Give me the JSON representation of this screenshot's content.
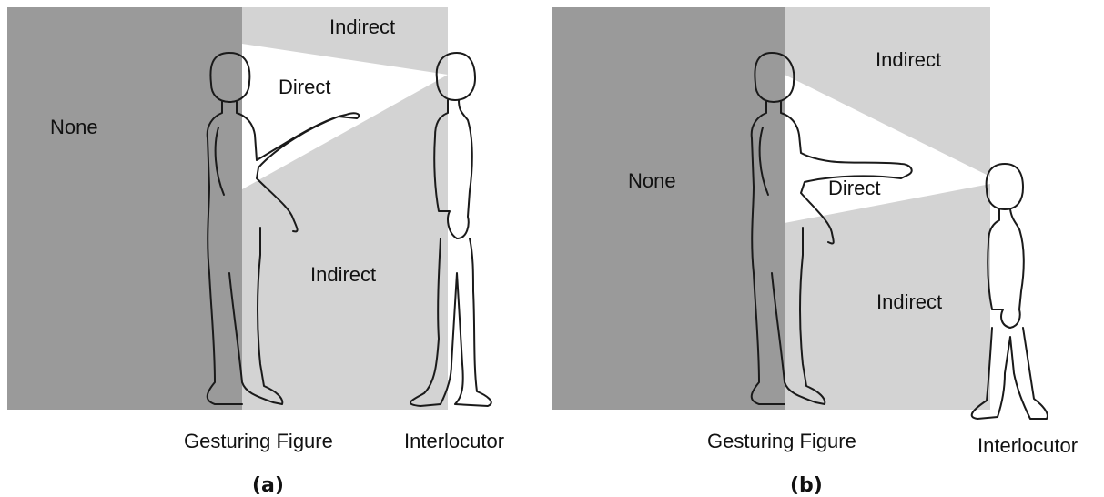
{
  "panels": [
    {
      "caption": "(a)",
      "zones": {
        "none": "None",
        "direct": "Direct",
        "indirect_top": "Indirect",
        "indirect_bottom": "Indirect"
      },
      "figures": {
        "gesturer": "Gesturing Figure",
        "interlocutor": "Interlocutor"
      }
    },
    {
      "caption": "(b)",
      "zones": {
        "none": "None",
        "direct": "Direct",
        "indirect_top": "Indirect",
        "indirect_bottom": "Indirect"
      },
      "figures": {
        "gesturer": "Gesturing Figure",
        "interlocutor": "Interlocutor"
      }
    }
  ],
  "colors": {
    "none_zone": "#9a9a9a",
    "indirect_zone": "#d3d3d3",
    "direct_zone": "#ffffff"
  }
}
